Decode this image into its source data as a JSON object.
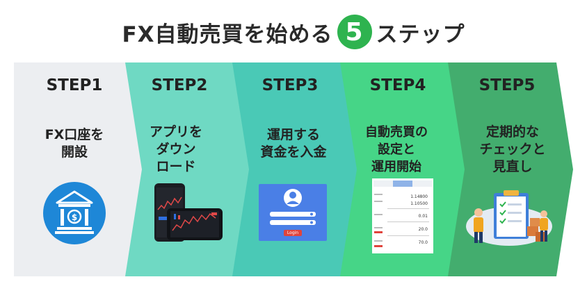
{
  "title": {
    "prefix": "FX自動売買を始める",
    "number": "5",
    "suffix": "ステップ"
  },
  "steps": [
    {
      "label": "STEP1",
      "desc": "FX口座を\n開設",
      "color": "#eceef1",
      "icon": "bank-icon"
    },
    {
      "label": "STEP2",
      "desc": "アプリを\nダウン\nロード",
      "color": "#6fd9c3",
      "icon": "trading-app-screenshot"
    },
    {
      "label": "STEP3",
      "desc": "運用する\n資金を入金",
      "color": "#4ac9b6",
      "icon": "login-form-illustration"
    },
    {
      "label": "STEP4",
      "desc": "自動売買の\n設定と\n運用開始",
      "color": "#46d587",
      "icon": "settings-form-screenshot"
    },
    {
      "label": "STEP5",
      "desc": "定期的な\nチェックと\n見直し",
      "color": "#43ad6e",
      "icon": "checklist-illustration"
    }
  ],
  "login_form": {
    "button": "Login"
  },
  "settings_form": {
    "values": [
      "1.14800",
      "1.10500",
      "0.01",
      "20.0",
      "70.0"
    ]
  }
}
